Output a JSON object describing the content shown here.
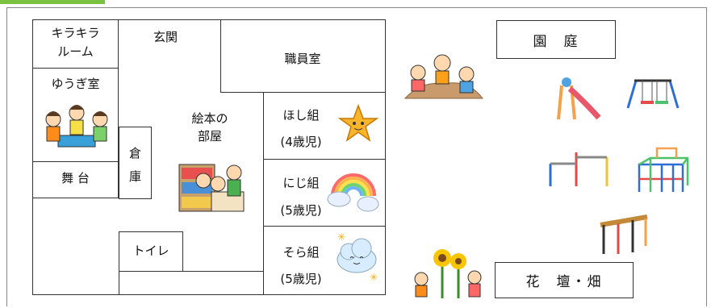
{
  "rooms": {
    "kirakira": "キラキラ\nルーム",
    "yuugi": "ゆうぎ室",
    "butai": "舞 台",
    "genkan": "玄関",
    "shokuin": "職員室",
    "ehon": "絵本の\n部屋",
    "souko": "倉\n庫",
    "toilet": "トイレ",
    "hoshi_name": "ほし組",
    "hoshi_age": "(4歳児)",
    "niji_name": "にじ組",
    "niji_age": "(5歳児)",
    "sora_name": "そら組",
    "sora_age": "(5歳児)"
  },
  "outdoor": {
    "entei": "園　庭",
    "kadan": "花　壇・畑"
  },
  "icons": [
    "children-playing-icon",
    "star-face-icon",
    "rainbow-cloud-icon",
    "cloud-face-icon",
    "children-sandpit-icon",
    "slide-icon",
    "swing-icon",
    "iron-bar-icon",
    "jungle-gym-icon",
    "climbing-frame-icon",
    "sunflower-children-icon",
    "bookshelf-children-icon"
  ],
  "colors": {
    "tab_green": "#7cc242",
    "wall": "#333333"
  }
}
